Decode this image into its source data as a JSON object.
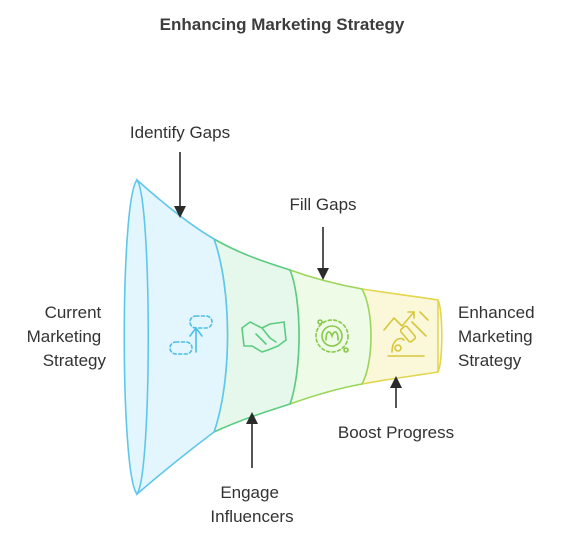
{
  "title": "Enhancing Marketing Strategy",
  "start_label": [
    "Current",
    "Marketing",
    "Strategy"
  ],
  "end_label": [
    "Enhanced",
    "Marketing",
    "Strategy"
  ],
  "stages": [
    {
      "label": [
        "Identify Gaps"
      ],
      "position": "top",
      "icon": "dashed-arrow-up-icon",
      "fill": "#e3f6fd",
      "stroke": "#5fc7e9"
    },
    {
      "label": [
        "Engage",
        "Influencers"
      ],
      "position": "bottom",
      "icon": "handshake-icon",
      "fill": "#e6f8ec",
      "stroke": "#5ccc80"
    },
    {
      "label": [
        "Fill Gaps"
      ],
      "position": "top",
      "icon": "puzzle-gear-icon",
      "fill": "#eefbe6",
      "stroke": "#9ad65a"
    },
    {
      "label": [
        "Boost Progress"
      ],
      "position": "bottom",
      "icon": "microscope-growth-icon",
      "fill": "#fbf8d9",
      "stroke": "#e3d54e"
    }
  ],
  "colors": {
    "mouth_fill": "#e3f6fd",
    "mouth_stroke": "#5fc7e9",
    "text": "#333333",
    "title": "#3d3d3d"
  }
}
